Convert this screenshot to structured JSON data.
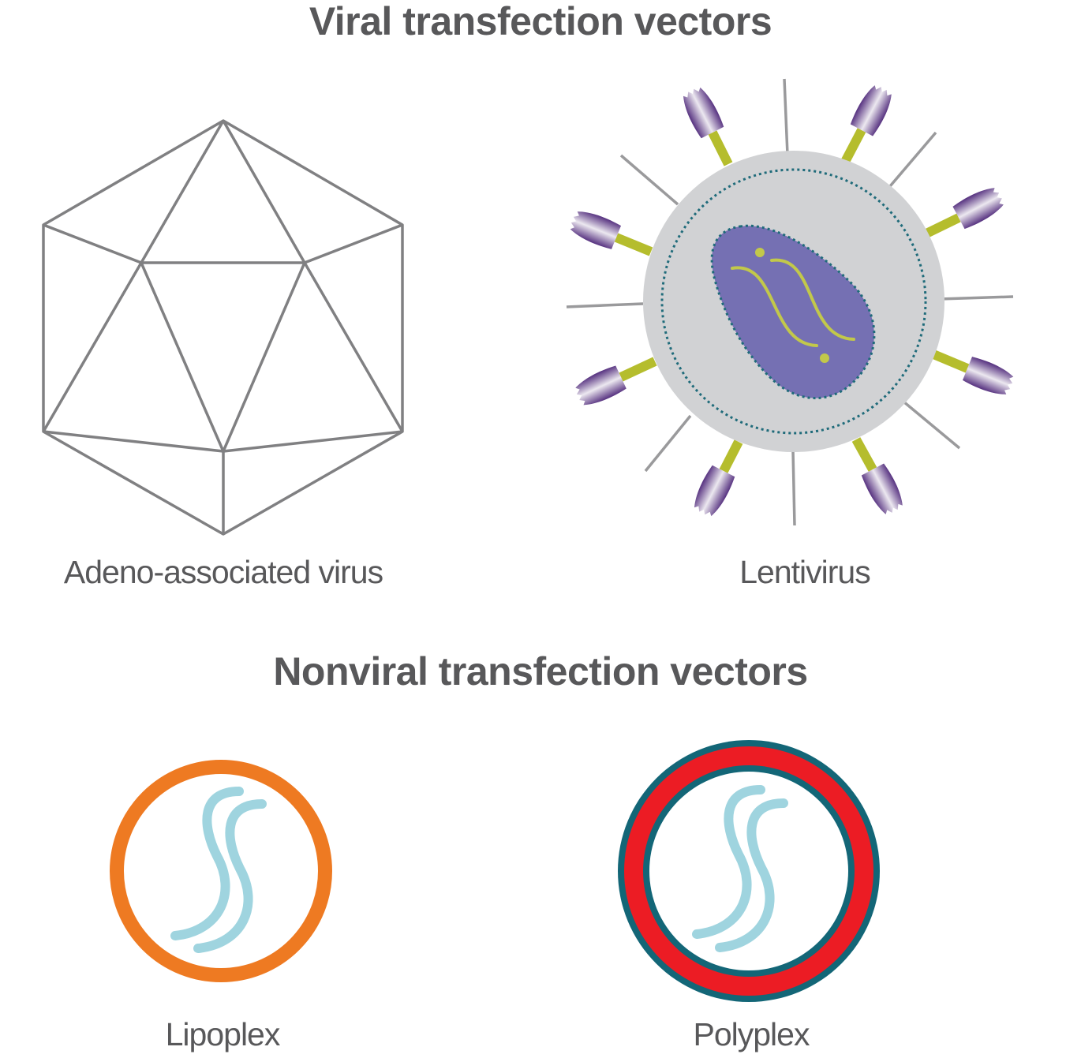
{
  "viral": {
    "title": "Viral transfection vectors",
    "aav_label": "Adeno-associated virus",
    "lenti_label": "Lentivirus"
  },
  "nonviral": {
    "title": "Nonviral transfection vectors",
    "lipoplex_label": "Lipoplex",
    "polyplex_label": "Polyplex"
  },
  "colors": {
    "text": "#58585a",
    "aav_outline": "#808082",
    "lenti_envelope": "#d1d2d4",
    "lenti_core": "#7570b3",
    "lenti_dotted": "#1f6b7a",
    "lenti_stalk": "#b5bd2d",
    "lenti_glyco": "#5c3a8c",
    "lipoplex_ring": "#ee7a22",
    "polyplex_red": "#ec1c24",
    "polyplex_teal": "#136677",
    "nucleic_acid": "#9fd4df"
  }
}
